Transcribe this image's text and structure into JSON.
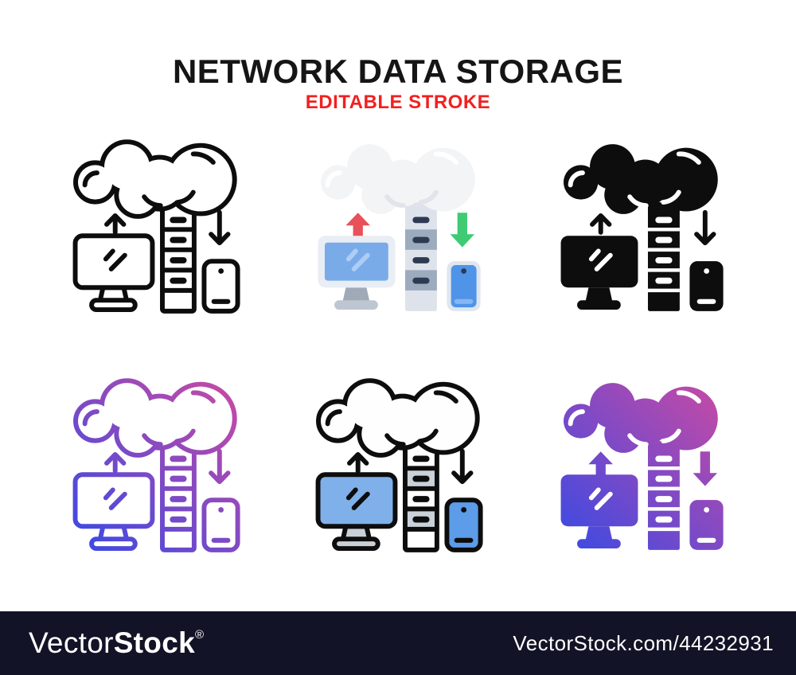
{
  "header": {
    "title": "NETWORK DATA STORAGE",
    "subtitle": "EDITABLE STROKE",
    "title_color": "#151515",
    "subtitle_color": "#f2201f"
  },
  "icon_set": {
    "name": "network-data-storage",
    "elements": [
      "cloud",
      "server-rack",
      "monitor",
      "smartphone",
      "upload-arrow",
      "download-arrow"
    ],
    "variants": [
      {
        "label": "outline",
        "position": "top-left"
      },
      {
        "label": "flat",
        "position": "top-center"
      },
      {
        "label": "glyph",
        "position": "top-right"
      },
      {
        "label": "gradient-outline",
        "position": "bottom-left"
      },
      {
        "label": "filled-outline",
        "position": "bottom-center"
      },
      {
        "label": "flat-gradient",
        "position": "bottom-right"
      }
    ]
  },
  "colors": {
    "line": "#0d0d0d",
    "gradient_start": "#3b4ae3",
    "gradient_end": "#c94aa4",
    "flat": {
      "cloud": "#f3f4f6",
      "cloud_shade": "#e2e4e9",
      "monitor_frame": "#e9edf4",
      "screen": "#79abe9",
      "screen_highlight": "#aecdf4",
      "stand": "#9fa9b7",
      "stand_base": "#bdc6d1",
      "server_light": "#dee3eb",
      "server_dark": "#9dabbe",
      "drawer_handle": "#2e3a52",
      "phone_frame": "#dfe6f0",
      "phone_body": "#4f94e8",
      "phone_bar": "#85b7f1",
      "upload_arrow": "#e85159",
      "download_arrow": "#3ecb74"
    },
    "filled": {
      "cloud": "#fefefe",
      "screen": "#7fb0ea",
      "stand": "#c9d0d8",
      "server_band": "#c9d1d9",
      "phone_body": "#5c9ce8"
    }
  },
  "footer": {
    "brand_regular": "Vector",
    "brand_bold": "Stock",
    "registered_mark": "®",
    "attribution": "VectorStock.com/44232931",
    "background": "#131327",
    "text_color": "#ffffff"
  }
}
